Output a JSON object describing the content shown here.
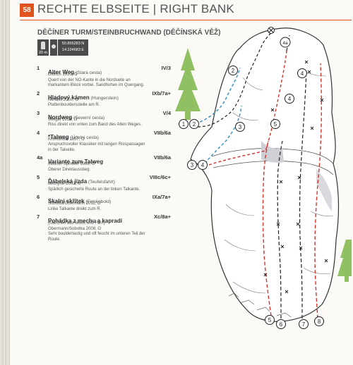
{
  "page_number": "58",
  "header": "RECHTE ELBSEITE | RIGHT BANK",
  "subheader": "DĚČÍNER TURM/STEINBRUCHWAND (DĚČÍNSKÁ VĚŽ)",
  "info": {
    "height": "20 m",
    "gps_lat": "50.855283 N",
    "gps_lon": "14.224683 E"
  },
  "routes": [
    {
      "num": "1",
      "name": "Alter Weg",
      "alt": "(Stará cesta)",
      "grade": "IV/3",
      "lines": [
        "Dittrich 1910; O",
        "Quert von der NO-Kante in die Nordseite an",
        "markantem Block vorbei. Sandhuhen im Quergang."
      ]
    },
    {
      "num": "2",
      "name": "Hladový kámen",
      "alt": "(Hungerstein)",
      "grade": "IXb/7a+",
      "lines": [
        "Nehasil 2000; O",
        "Plattenbouldersstelle am R."
      ]
    },
    {
      "num": "3",
      "name": "Nordweg",
      "alt": "(Severní cesta)",
      "grade": "V/4",
      "lines": [
        "Weigel 1959; O",
        "Riss direkt von unten zum Band des Alten Weges."
      ]
    },
    {
      "num": "4",
      "name": "*Talweg",
      "alt": "(Údolní cesta)",
      "grade": "VIIb/6a",
      "lines": [
        "Krombholz 1957; O",
        "Anspruchsvoller Klassiker mit langen Risspassagen",
        "in der Talseite."
      ]
    },
    {
      "num": "4a",
      "name": "Variante zum Talweg",
      "alt": "",
      "grade": "VIIb/6a",
      "lines": [
        "Mildner-Spindler 1968; O",
        "Oberer Direktausstieg."
      ]
    },
    {
      "num": "5",
      "name": "Ďábelská jízda",
      "alt": "(Teufelsfahrt)",
      "grade": "VIIIc/6c+",
      "lines": [
        "Bechyně 2002; O",
        "Spärlich gesicherte Route an der linken Talkante."
      ]
    },
    {
      "num": "6",
      "name": "Skalní skřítek",
      "alt": "(Felskobold)",
      "grade": "IXa/7a+",
      "lines": [
        "Sobotka/Obermann 2011; O",
        "Linke Talkante direkt zum R."
      ]
    },
    {
      "num": "7",
      "name": "Pohádka z mechu a kapradí",
      "alt": "",
      "grade": "Xc/8a+",
      "lines": [
        "(Märchen aus Moos und Farn)",
        "Obermann/Sobotka 2008; O",
        "Sehr bouldertastig und oft feucht im unteren Teil der",
        "Route."
      ]
    }
  ],
  "topo_labels": [
    "1",
    "2",
    "3",
    "4",
    "4a",
    "5",
    "6",
    "7",
    "8"
  ],
  "colors": {
    "accent": "#e0531e",
    "red_route": "#d4322a",
    "blue_route": "#2f8fc8",
    "tree": "#7cb548"
  }
}
